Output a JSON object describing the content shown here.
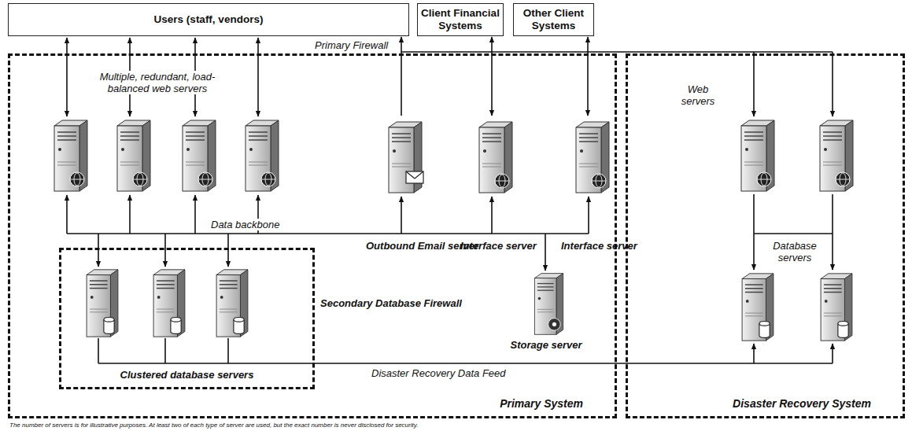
{
  "diagram": {
    "caption": "The number of servers is for illustrative purposes. At least two of each type of server are used, but the exact number is never disclosed for security.",
    "nodes": [
      {
        "text": [
          "Users (staff, vendors)"
        ]
      },
      {
        "text": [
          "Client Financial Systems"
        ]
      },
      {
        "text": [
          "Other Client Systems"
        ]
      },
      {
        "text": [
          "Primary System"
        ]
      },
      {
        "text": [
          "Secondary Database Firewall",
          "Clustered database servers"
        ],
        "in": 3
      },
      {
        "text": [
          "Outbound Email server"
        ],
        "in": 3
      },
      {
        "text": [
          "Interface server"
        ],
        "in": 3
      },
      {
        "text": [
          "Interface server"
        ],
        "in": 3
      },
      {
        "text": [
          "Storage server"
        ],
        "in": 3
      },
      {
        "text": [
          "Disaster Recovery System"
        ]
      }
    ],
    "edges": [
      {
        "from": 5,
        "to": 0,
        "arrow": "to"
      },
      {
        "from": 1,
        "to": 6,
        "arrow": "both"
      },
      {
        "from": 2,
        "to": 7,
        "arrow": "both"
      }
    ],
    "labels": [
      "Primary Firewall",
      "Multiple, redundant, load-balanced web servers",
      "Data backbone",
      "Web servers",
      "Database servers",
      "Disaster Recovery Data Feed"
    ]
  }
}
